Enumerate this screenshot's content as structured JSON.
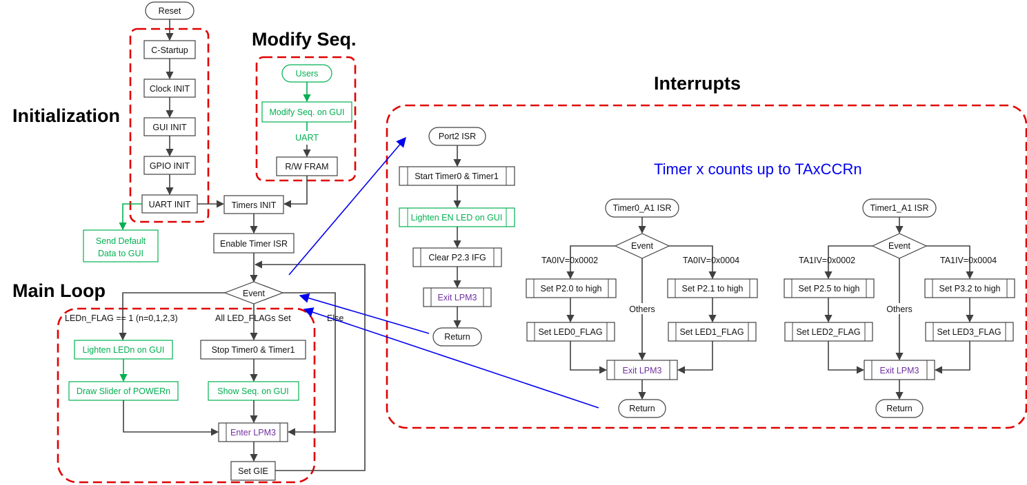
{
  "headings": {
    "initialization": "Initialization",
    "modify_seq": "Modify Seq.",
    "interrupts": "Interrupts",
    "main_loop": "Main Loop"
  },
  "note": "Timer x counts up to TAxCCRn",
  "init": {
    "reset": "Reset",
    "c_startup": "C-Startup",
    "clock_init": "Clock INIT",
    "gui_init": "GUI INIT",
    "gpio_init": "GPIO INIT",
    "uart_init": "UART INIT",
    "send_default_line1": "Send Default",
    "send_default_line2": "Data to GUI",
    "timers_init": "Timers INIT",
    "enable_timer_isr": "Enable Timer ISR"
  },
  "modify": {
    "users": "Users",
    "modify_on_gui": "Modify Seq. on GUI",
    "uart": "UART",
    "rw_fram": "R/W FRAM"
  },
  "main_loop": {
    "event": "Event",
    "ledn_flag": "LEDn_FLAG == 1 (n=0,1,2,3)",
    "all_flags": "All LED_FLAGs Set",
    "else": "Else",
    "lighten_ledn": "Lighten LEDn on GUI",
    "draw_slider": "Draw Slider of POWERn",
    "stop_timers": "Stop Timer0 & Timer1",
    "show_seq": "Show Seq. on GUI",
    "enter_lpm3": "Enter LPM3",
    "set_gie": "Set GIE"
  },
  "port2": {
    "isr": "Port2 ISR",
    "start_timers": "Start Timer0 & Timer1",
    "lighten_en": "Lighten EN LED on GUI",
    "clear_ifg": "Clear P2.3 IFG",
    "exit_lpm3": "Exit LPM3",
    "return": "Return"
  },
  "timer0": {
    "isr": "Timer0_A1 ISR",
    "event": "Event",
    "left_cond": "TA0IV=0x0002",
    "right_cond": "TA0IV=0x0004",
    "others": "Others",
    "set_left": "Set P2.0 to high",
    "set_right": "Set P2.1 to high",
    "flag_left": "Set LED0_FLAG",
    "flag_right": "Set LED1_FLAG",
    "exit_lpm3": "Exit LPM3",
    "return": "Return"
  },
  "timer1": {
    "isr": "Timer1_A1 ISR",
    "event": "Event",
    "left_cond": "TA1IV=0x0002",
    "right_cond": "TA1IV=0x0004",
    "others": "Others",
    "set_left": "Set P2.5 to high",
    "set_right": "Set P3.2 to high",
    "flag_left": "Set LED2_FLAG",
    "flag_right": "Set LED3_FLAG",
    "exit_lpm3": "Exit LPM3",
    "return": "Return"
  },
  "colors": {
    "group_border": "#e00000",
    "green_step": "#00b050",
    "purple_text": "#7030a0",
    "blue_arrow": "#0000ee",
    "box_stroke": "#404040"
  }
}
